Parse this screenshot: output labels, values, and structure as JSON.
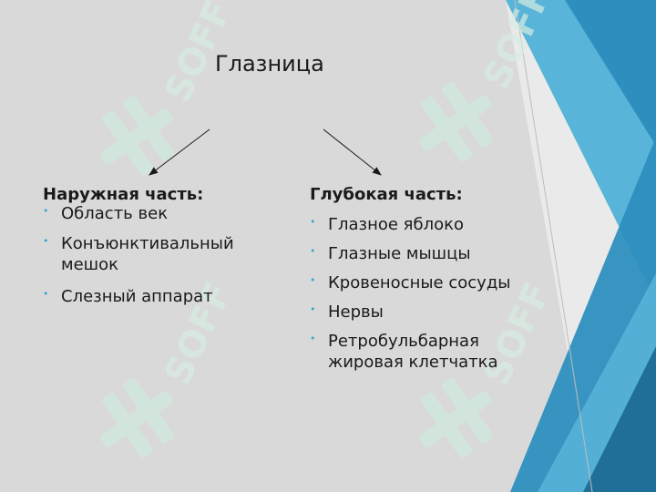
{
  "title": "Глазница",
  "left": {
    "heading": "Наружная часть:",
    "items": [
      {
        "text": "Область век"
      },
      {
        "text": "Конъюнктивальный мешок"
      },
      {
        "text": "Слезный аппарат"
      }
    ]
  },
  "right": {
    "heading": "Глубокая часть:",
    "items": [
      {
        "text": "Глазное яблоко"
      },
      {
        "text": "Глазные мышцы"
      },
      {
        "text": "Кровеносные сосуды"
      },
      {
        "text": "Нервы"
      },
      {
        "text": "Ретробульбарная жировая клетчатка"
      }
    ]
  },
  "watermark": {
    "text": "SOFF"
  },
  "colors": {
    "background": "#d9d9d9",
    "accent_dark": "#1f6f9a",
    "accent_mid": "#2e8fbf",
    "accent_light": "#59b4d9",
    "bullet": "#3aa9cf"
  }
}
